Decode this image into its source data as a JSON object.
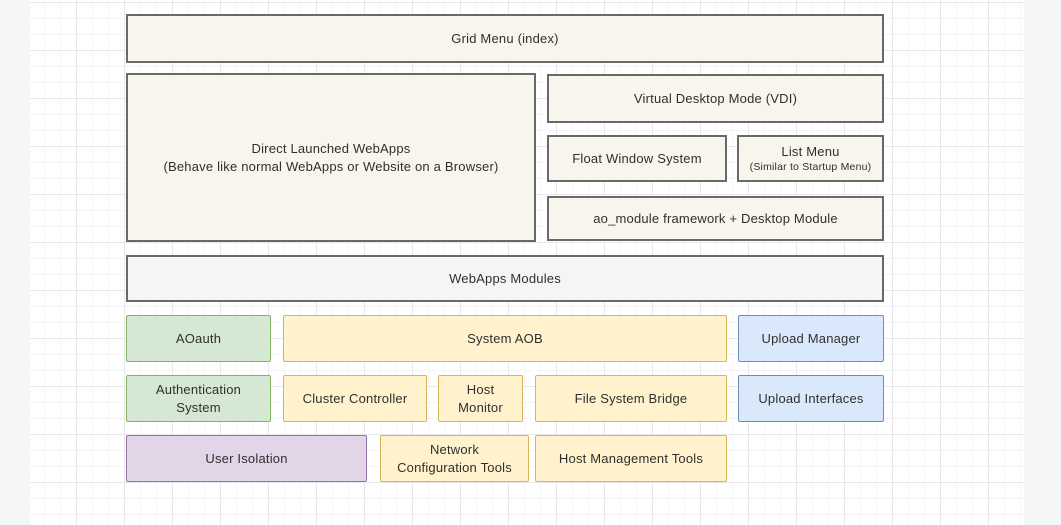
{
  "canvas": {
    "background_color": "#ffffff",
    "page_margin_color": "#f5f6f8",
    "grid_minor_color": "#f4f4f6",
    "grid_major_color": "#e8e8eb"
  },
  "palette": {
    "cream_fill": "#f8f5ec",
    "cream_border": "#696969",
    "gray_fill": "#f5f5f5",
    "green_fill": "#d5e8d4",
    "green_border": "#82b366",
    "yellow_fill": "#fff2cc",
    "yellow_border": "#d6b656",
    "blue_fill": "#dae8fc",
    "blue_border": "#6c8ebf",
    "purple_fill": "#e1d5e7",
    "purple_border": "#9673a6",
    "text_color": "#2f2f2f"
  },
  "boxes": {
    "grid_menu": {
      "label": "Grid Menu (index)"
    },
    "direct_webapps": {
      "line1": "Direct Launched WebApps",
      "line2": "(Behave like normal WebApps or Website on a Browser)"
    },
    "vdi": {
      "label": "Virtual Desktop Mode (VDI)"
    },
    "float_window": {
      "label": "Float Window System"
    },
    "list_menu": {
      "title": "List Menu",
      "subtitle": "(Similar to Startup Menu)"
    },
    "ao_module": {
      "label": "ao_module framework + Desktop Module"
    },
    "webapps_modules": {
      "label": "WebApps Modules"
    },
    "aoauth": {
      "label": "AOauth"
    },
    "system_aob": {
      "label": "System AOB"
    },
    "upload_manager": {
      "label": "Upload Manager"
    },
    "authentication_system": {
      "label": "Authentication System"
    },
    "cluster_controller": {
      "label": "Cluster Controller"
    },
    "host_monitor": {
      "label": "Host Monitor"
    },
    "file_system_bridge": {
      "label": "File System Bridge"
    },
    "upload_interfaces": {
      "label": "Upload Interfaces"
    },
    "user_isolation": {
      "label": "User Isolation"
    },
    "network_configuration_tools": {
      "label": "Network Configuration Tools"
    },
    "host_management_tools": {
      "label": "Host Management Tools"
    }
  }
}
